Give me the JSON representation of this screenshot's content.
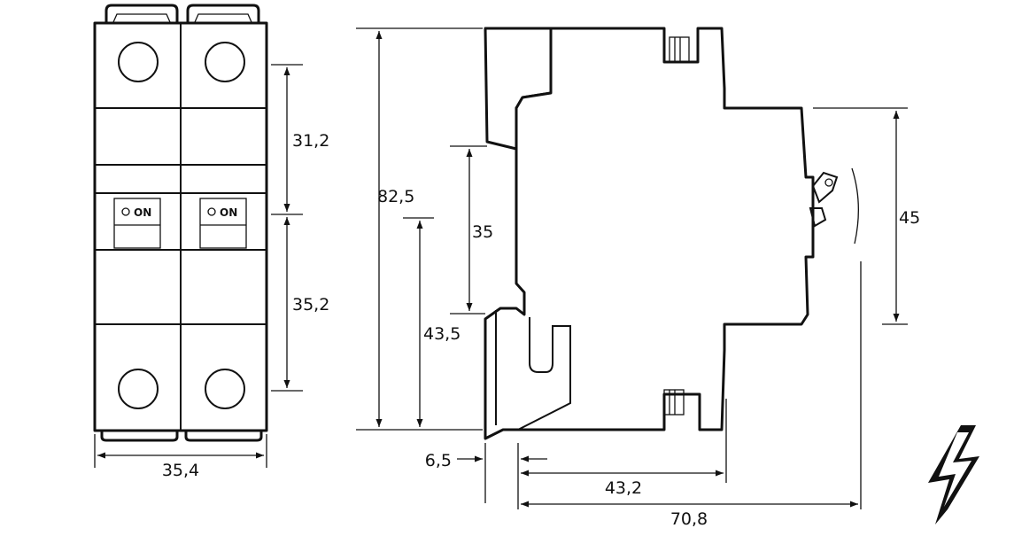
{
  "front_view": {
    "indicator_label": "ON",
    "width_dim": "35,4",
    "upper_dim": "31,2",
    "lower_dim": "35,2"
  },
  "side_view": {
    "height_dim": "82,5",
    "rail_dim": "35",
    "lower_height_dim": "43,5",
    "front_height_dim": "45",
    "offset_dim": "6,5",
    "depth_dim": "43,2",
    "total_depth_dim": "70,8"
  },
  "logo": {
    "icon": "lightning-bolt-icon"
  },
  "colors": {
    "line": "#111111",
    "background": "#ffffff"
  }
}
